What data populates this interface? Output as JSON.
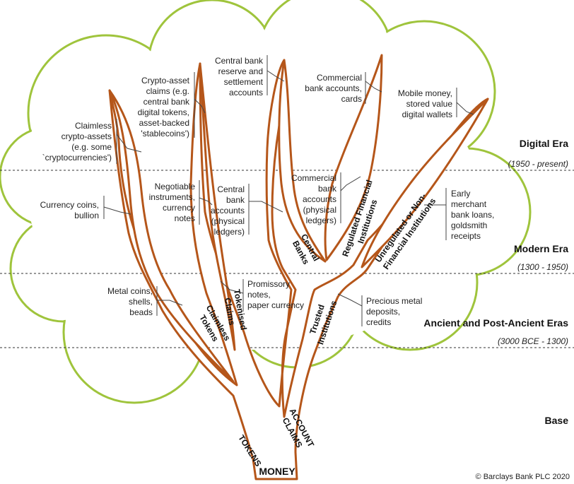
{
  "eras": [
    {
      "name": "Digital Era",
      "range": "(1950 - present)"
    },
    {
      "name": "Modern Era",
      "range": "(1300 - 1950)"
    },
    {
      "name": "Ancient and Post-Ancient Eras",
      "range": "(3000 BCE - 1300)"
    },
    {
      "name": "Base",
      "range": ""
    }
  ],
  "trunk_label": "MONEY",
  "branches": {
    "tokens": "TOKENS",
    "account_claims": [
      "ACCOUNT",
      "CLAIMS"
    ],
    "claimless_tokens": [
      "Claimless",
      "Tokens"
    ],
    "tokenised_claims": [
      "Tokenised",
      "Claims"
    ],
    "trusted_institutions": [
      "Trusted",
      "Institutions"
    ],
    "central_banks": [
      "Central",
      "Banks"
    ],
    "regulated_fi": [
      "Regulated Financial",
      "Institutions"
    ],
    "unregulated_fi": [
      "Unregulated or Non-",
      "Financial Institutions"
    ]
  },
  "annotations": {
    "claimless_crypto": [
      "Claimless",
      "crypto-assets",
      "(e.g. some",
      "`cryptocurrencies')"
    ],
    "crypto_claims": [
      "Crypto-asset",
      "claims (e.g.",
      "central bank",
      "digital tokens,",
      "asset-backed",
      "'stablecoins')"
    ],
    "central_reserve": [
      "Central bank",
      "reserve and",
      "settlement",
      "accounts"
    ],
    "commercial_cards": [
      "Commercial",
      "bank accounts,",
      "cards"
    ],
    "mobile_money": [
      "Mobile money,",
      "stored value",
      "digital wallets"
    ],
    "currency_coins": [
      "Currency coins,",
      "bullion"
    ],
    "negotiable": [
      "Negotiable",
      "instruments,",
      "currency",
      "notes"
    ],
    "central_ledgers": [
      "Central",
      "bank",
      "accounts",
      "(physical",
      "ledgers)"
    ],
    "commercial_ledgers": [
      "Commercial",
      "bank",
      "accounts",
      "(physical",
      "ledgers)"
    ],
    "early_merchant": [
      "Early",
      "merchant",
      "bank loans,",
      "goldsmith",
      "receipts"
    ],
    "metal_coins": [
      "Metal coins,",
      "shells,",
      "beads"
    ],
    "promissory": [
      "Promissory",
      "notes,",
      "paper currency"
    ],
    "precious_metal": [
      "Precious metal",
      "deposits,",
      "credits"
    ]
  },
  "copyright": "© Barclays Bank PLC 2020",
  "colors": {
    "branch_stroke": "#b5561a",
    "cloud_stroke": "#9fc43c"
  }
}
